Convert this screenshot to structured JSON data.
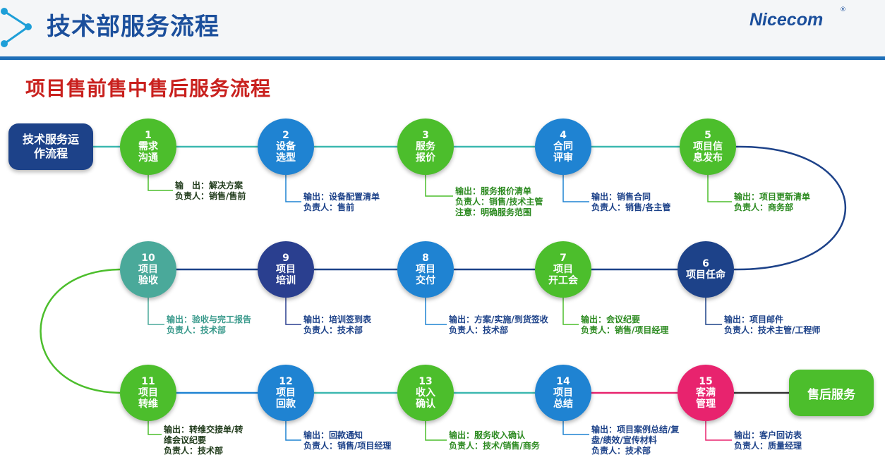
{
  "header": {
    "title": "技术部服务流程",
    "logo": "Nicecom",
    "logo_mark": "®"
  },
  "main_title": "项目售前售中售后服务流程",
  "start": {
    "label": "技术服务运\n作流程"
  },
  "end": {
    "label": "售后服务"
  },
  "steps": [
    {
      "num": "1",
      "label": "需求\n沟通",
      "color": "#4cbe2c",
      "info": [
        "输　出：解决方案",
        "负责人：销售/售前"
      ],
      "info_color": "#1f3a1a"
    },
    {
      "num": "2",
      "label": "设备\n选型",
      "color": "#1f83d2",
      "info": [
        "输出：设备配置清单",
        "负责人：售前"
      ],
      "info_color": "#1d4289"
    },
    {
      "num": "3",
      "label": "服务\n报价",
      "color": "#4cbe2c",
      "info": [
        "输出：服务报价清单",
        "负责人：销售/技术主管",
        "注意：明确服务范围"
      ],
      "info_color": "#2c8a20"
    },
    {
      "num": "4",
      "label": "合同\n评审",
      "color": "#1f83d2",
      "info": [
        "输出：销售合同",
        "负责人：销售/各主管"
      ],
      "info_color": "#1d4289"
    },
    {
      "num": "5",
      "label": "项目信\n息发布",
      "color": "#4cbe2c",
      "info": [
        "输出：项目更新清单",
        "负责人：商务部"
      ],
      "info_color": "#2c8a20"
    },
    {
      "num": "6",
      "label": "项目任命",
      "color": "#1d4289",
      "info": [
        "输出：项目邮件",
        "负责人：技术主管/工程师"
      ],
      "info_color": "#1d4289"
    },
    {
      "num": "7",
      "label": "项目\n开工会",
      "color": "#4cbe2c",
      "info": [
        "输出：会议纪要",
        "负责人：销售/项目经理"
      ],
      "info_color": "#2c8a20"
    },
    {
      "num": "8",
      "label": "项目\n交付",
      "color": "#1f83d2",
      "info": [
        "输出：方案/实施/到货签收",
        "负责人：技术部"
      ],
      "info_color": "#1d4289"
    },
    {
      "num": "9",
      "label": "项目\n培训",
      "color": "#2a3f8f",
      "info": [
        "输出：培训签到表",
        "负责人：技术部"
      ],
      "info_color": "#1d4289"
    },
    {
      "num": "10",
      "label": "项目\n验收",
      "color": "#4aa99a",
      "info": [
        "输出：验收与完工报告",
        "负责人：技术部"
      ],
      "info_color": "#3a9a8c"
    },
    {
      "num": "11",
      "label": "项目\n转维",
      "color": "#4cbe2c",
      "info": [
        "输出：转维交接单/转",
        "维会议纪要",
        "负责人：技术部"
      ],
      "info_color": "#1f3a1a"
    },
    {
      "num": "12",
      "label": "项目\n回款",
      "color": "#1f83d2",
      "info": [
        "输出：回款通知",
        "负责人：销售/项目经理"
      ],
      "info_color": "#1d4289"
    },
    {
      "num": "13",
      "label": "收入\n确认",
      "color": "#4cbe2c",
      "info": [
        "输出：服务收入确认",
        "负责人：技术/销售/商务"
      ],
      "info_color": "#2c8a20"
    },
    {
      "num": "14",
      "label": "项目\n总结",
      "color": "#1f83d2",
      "info": [
        "输出：项目案例总结/复",
        "盘/绩效/宣传材料",
        "负责人：技术部"
      ],
      "info_color": "#1d4289"
    },
    {
      "num": "15",
      "label": "客满\n管理",
      "color": "#e8236e",
      "info": [
        "输出：客户回访表",
        "负责人：质量经理"
      ],
      "info_color": "#1d4289"
    }
  ]
}
